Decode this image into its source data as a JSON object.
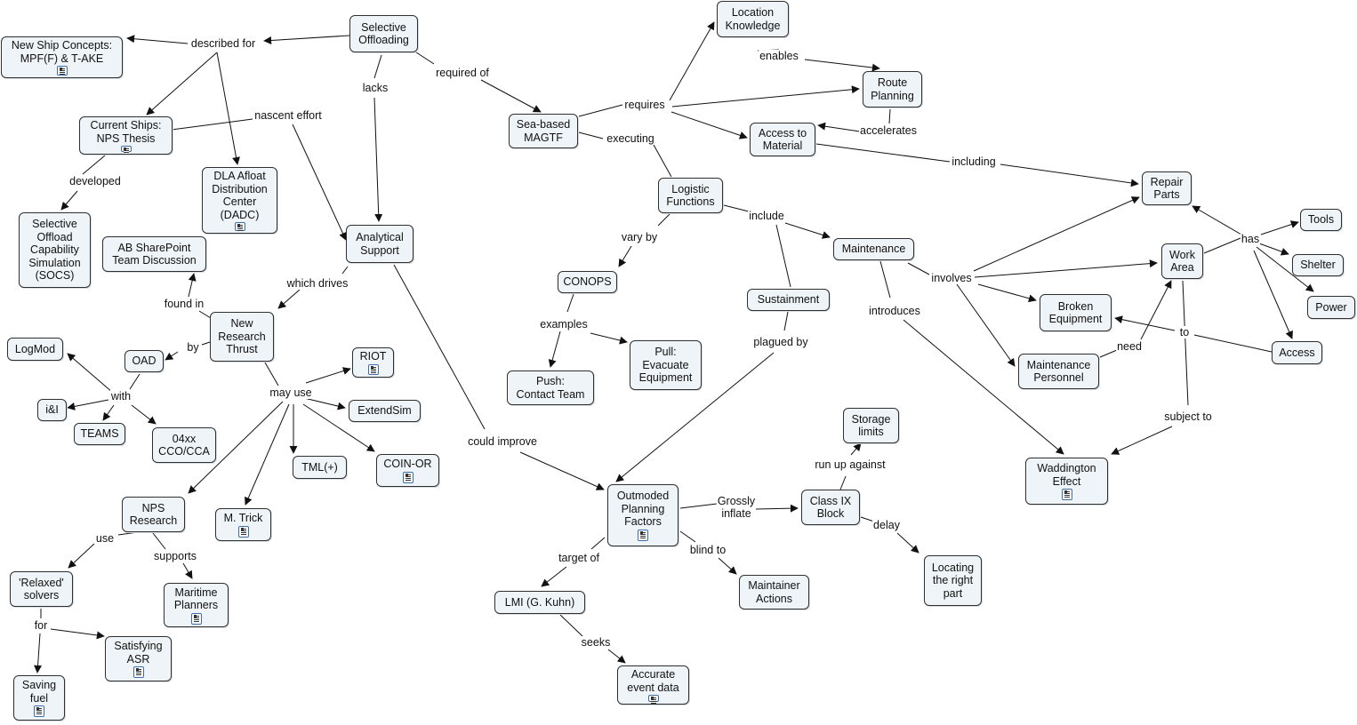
{
  "nodes": {
    "selective_offloading": {
      "label": "Selective\nOffloading"
    },
    "new_ship_concepts": {
      "label": "New Ship Concepts:\nMPF(F) & T-AKE",
      "resource_icon": "document-icon"
    },
    "current_ships": {
      "label": "Current Ships:\nNPS Thesis",
      "resource_icon": "document-icon"
    },
    "socs": {
      "label": "Selective\nOffload\nCapability\nSimulation\n(SOCS)"
    },
    "dadc": {
      "label": "DLA Afloat\nDistribution\nCenter\n(DADC)",
      "resource_icon": "document-icon"
    },
    "ab_sharepoint": {
      "label": "AB SharePoint\nTeam Discussion"
    },
    "analytical_support": {
      "label": "Analytical\nSupport"
    },
    "new_research_thrust": {
      "label": "New\nResearch\nThrust"
    },
    "oad": {
      "label": "OAD"
    },
    "logmod": {
      "label": "LogMod"
    },
    "ial": {
      "label": "i&I"
    },
    "teams": {
      "label": "TEAMS"
    },
    "cco_cca": {
      "label": "04xx\nCCO/CCA"
    },
    "riot": {
      "label": "RIOT",
      "resource_icon": "document-icon"
    },
    "extendsim": {
      "label": "ExtendSim"
    },
    "tml": {
      "label": "TML(+)"
    },
    "coin_or": {
      "label": "COIN-OR",
      "resource_icon": "document-icon"
    },
    "m_trick": {
      "label": "M. Trick",
      "resource_icon": "document-icon"
    },
    "nps_research": {
      "label": "NPS\nResearch"
    },
    "relaxed_solvers": {
      "label": "'Relaxed'\nsolvers"
    },
    "maritime_planners": {
      "label": "Maritime\nPlanners",
      "resource_icon": "document-icon"
    },
    "satisfying_asr": {
      "label": "Satisfying\nASR",
      "resource_icon": "document-icon"
    },
    "saving_fuel": {
      "label": "Saving\nfuel",
      "resource_icon": "document-icon"
    },
    "sea_based_magtf": {
      "label": "Sea-based\nMAGTF"
    },
    "location_knowledge": {
      "label": "Location\nKnowledge"
    },
    "route_planning": {
      "label": "Route\nPlanning"
    },
    "access_to_material": {
      "label": "Access to\nMaterial"
    },
    "logistic_functions": {
      "label": "Logistic\nFunctions"
    },
    "conops": {
      "label": "CONOPS"
    },
    "push": {
      "label": "Push:\nContact Team"
    },
    "pull": {
      "label": "Pull:\nEvacuate\nEquipment"
    },
    "sustainment": {
      "label": "Sustainment"
    },
    "maintenance": {
      "label": "Maintenance"
    },
    "repair_parts": {
      "label": "Repair\nParts"
    },
    "tools": {
      "label": "Tools"
    },
    "shelter": {
      "label": "Shelter"
    },
    "power": {
      "label": "Power"
    },
    "work_area": {
      "label": "Work\nArea"
    },
    "broken_equipment": {
      "label": "Broken\nEquipment"
    },
    "maintenance_personnel": {
      "label": "Maintenance\nPersonnel"
    },
    "access": {
      "label": "Access"
    },
    "waddington_effect": {
      "label": "Waddington\nEffect",
      "resource_icon": "document-icon"
    },
    "outmoded_planning_factors": {
      "label": "Outmoded\nPlanning\nFactors",
      "resource_icon": "document-icon"
    },
    "class_ix_block": {
      "label": "Class IX\nBlock"
    },
    "storage_limits": {
      "label": "Storage\nlimits"
    },
    "locating_right_part": {
      "label": "Locating\nthe right\npart"
    },
    "lmi": {
      "label": "LMI (G. Kuhn)"
    },
    "accurate_event_data": {
      "label": "Accurate\nevent data",
      "resource_icon": "document-icon"
    },
    "maintainer_actions": {
      "label": "Maintainer\nActions"
    }
  },
  "link_phrases": {
    "described_for": "described for",
    "nascent_effort": "nascent effort",
    "developed": "developed",
    "lacks": "lacks",
    "required_of": "required of",
    "found_in": "found in",
    "which_drives": "which drives",
    "by": "by",
    "with": "with",
    "may_use": "may use",
    "use": "use",
    "supports": "supports",
    "for": "for",
    "could_improve": "could improve",
    "requires": "requires",
    "enables": "enables",
    "accelerates": "accelerates",
    "executing": "executing",
    "including": "including",
    "vary_by": "vary by",
    "examples": "examples",
    "include": "include",
    "plagued_by": "plagued by",
    "involves": "involves",
    "introduces": "introduces",
    "has": "has",
    "need": "need",
    "to": "to",
    "subject_to": "subject to",
    "grossly_inflate": "Grossly\ninflate",
    "run_up_against": "run up against",
    "delay": "delay",
    "target_of": "target of",
    "blind_to": "blind to",
    "seeks": "seeks"
  },
  "colors": {
    "node_fill": "#eef4f8",
    "node_border": "#2f2f2f",
    "link": "#111111",
    "resource_icon": "#3b6ea8"
  }
}
